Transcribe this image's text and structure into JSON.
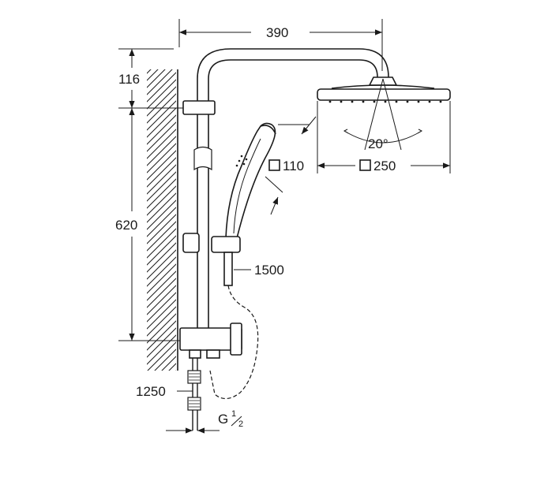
{
  "dimensions": {
    "arm_reach": "390",
    "top_offset": "116",
    "rail_height": "620",
    "hand_shower_size": "110",
    "head_shower_size": "250",
    "spray_angle": "20°",
    "hose_length": "1500",
    "supply_hose_length": "1250",
    "thread_prefix": "G",
    "thread_numerator": "1",
    "thread_denominator": "2"
  },
  "colors": {
    "line": "#1a1a1a",
    "background": "#ffffff"
  }
}
